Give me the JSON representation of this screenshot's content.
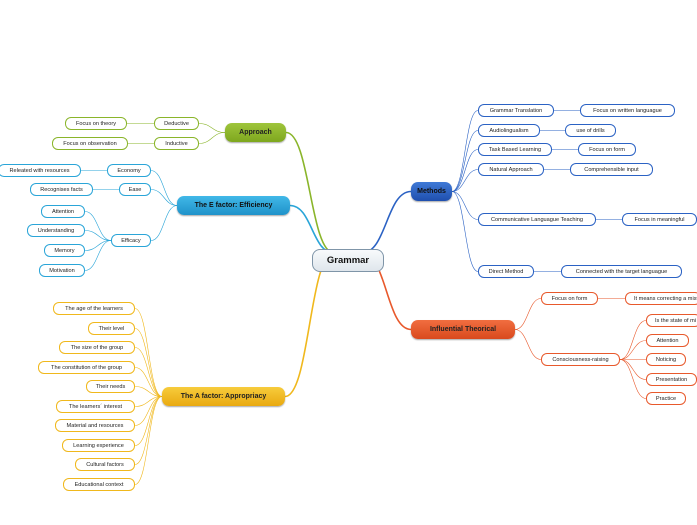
{
  "root": "Grammar",
  "colors": {
    "green": "#8ab52a",
    "blue": "#2aa5d8",
    "yellow": "#f0b81c",
    "navy": "#2b62c4",
    "red": "#e8592c"
  },
  "branches": {
    "approach": {
      "label": "Approach",
      "deductive": "Deductive",
      "focus_theory": "Focus on theory",
      "inductive": "Inductive",
      "focus_observation": "Focus on observation"
    },
    "efactor": {
      "label": "The E factor: Efficiency",
      "economy": "Economy",
      "releated": "Releated with resources",
      "ease": "Ease",
      "recognises": "Recognises facts",
      "efficacy": "Efficacy",
      "attention": "Attention",
      "understanding": "Understanding",
      "memory": "Memory",
      "motivation": "Motivation"
    },
    "afactor": {
      "label": "The A factor: Appropriacy",
      "items": [
        "The age of the learners",
        "Their level",
        "The size of the group",
        "The constitution of the group",
        "Their needs",
        "The learners´ interest",
        "Material and resources",
        "Learning experience",
        "Cultural factors",
        "Educational context"
      ]
    },
    "methods": {
      "label": "Methods",
      "grammar_translation": "Grammar Translation",
      "gt_child": "Focus on written languague",
      "audiolingualism": "Audiolingualism",
      "al_child": "use of drills",
      "task_based": "Task Based Learning",
      "tb_child": "Focus on form",
      "natural": "Natural Approach",
      "na_child": "Comprehensible input",
      "communicative": "Communicative Languague Teaching",
      "cl_child": "Focus in meaningful",
      "direct": "Direct Method",
      "dm_child": "Connected with the target languague"
    },
    "influential": {
      "label": "Influential Theorical",
      "focus_form": "Focus on form",
      "ff_child": "It means correcting a mistak",
      "consciousness": "Consciousness-raising",
      "cr_children": [
        "Is the state of mi",
        "Attention",
        "Noticing",
        "Presentation",
        "Practice"
      ]
    }
  }
}
